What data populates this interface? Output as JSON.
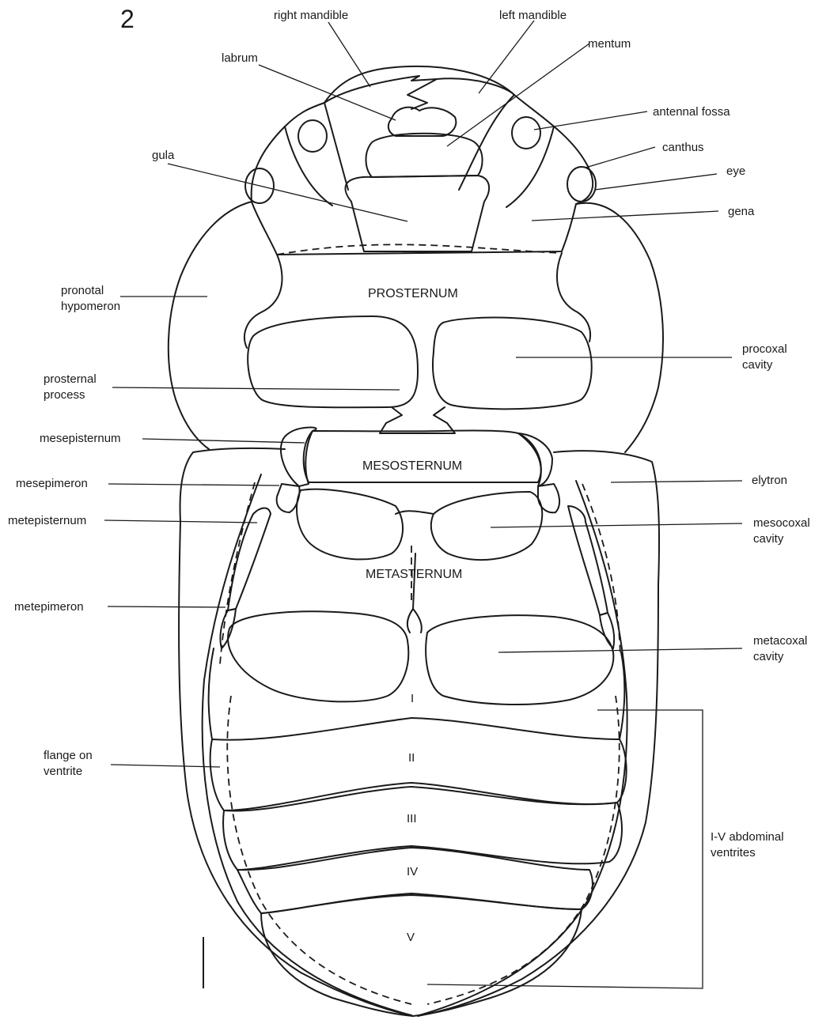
{
  "figure_number": "2",
  "labels": {
    "right_mandible": "right mandible",
    "left_mandible": "left mandible",
    "mentum": "mentum",
    "labrum": "labrum",
    "antennal_fossa": "antennal fossa",
    "canthus": "canthus",
    "eye": "eye",
    "gula": "gula",
    "gena": "gena",
    "pronotal_hypomeron": [
      "pronotal",
      "hypomeron"
    ],
    "procoxal_cavity": [
      "procoxal",
      "cavity"
    ],
    "prosternal_process": [
      "prosternal",
      "process"
    ],
    "mesepisternum": "mesepisternum",
    "mesepimeron": "mesepimeron",
    "metepisternum": "metepisternum",
    "metepimeron": "metepimeron",
    "elytron": "elytron",
    "mesocoxal_cavity": [
      "mesocoxal",
      "cavity"
    ],
    "metacoxal_cavity": [
      "metacoxal",
      "cavity"
    ],
    "flange_on_ventrite": [
      "flange on",
      "ventrite"
    ],
    "abdominal_ventrites": [
      "I-V abdominal",
      "ventrites"
    ]
  },
  "regions": {
    "prosternum": "PROSTERNUM",
    "mesosternum": "MESOSTERNUM",
    "metasternum": "METASTERNUM"
  },
  "ventrites": [
    "I",
    "II",
    "III",
    "IV",
    "V"
  ]
}
